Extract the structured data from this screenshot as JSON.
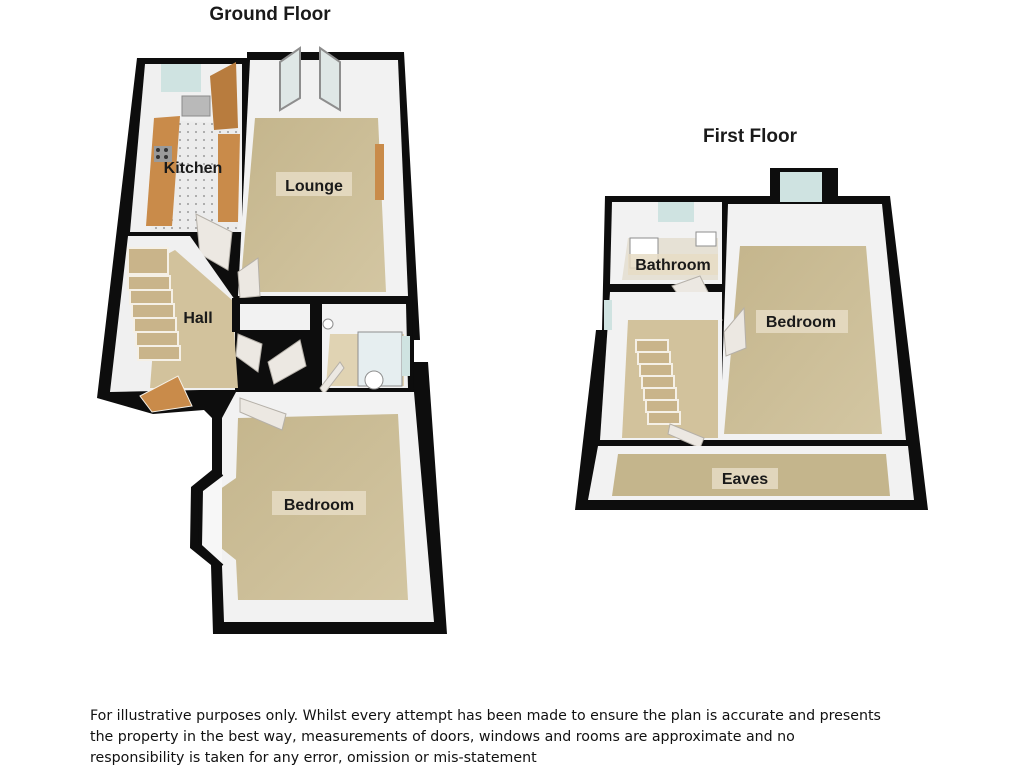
{
  "ground_floor": {
    "title": "Ground Floor",
    "rooms": {
      "kitchen": "Kitchen",
      "lounge": "Lounge",
      "hall": "Hall",
      "bedroom": "Bedroom"
    }
  },
  "first_floor": {
    "title": "First Floor",
    "rooms": {
      "bathroom": "Bathroom",
      "bedroom": "Bedroom",
      "eaves": "Eaves"
    }
  },
  "disclaimer": {
    "line1": "For illustrative purposes only. Whilst every attempt has been made to ensure the plan is accurate and presents",
    "line2": "the property in the best way, measurements of doors, windows and rooms are approximate and no",
    "line3": "responsibility is taken for any error, omission or mis-statement"
  },
  "colors": {
    "wall": "#0d0d0d",
    "wall_face": "#f2f2f2",
    "carpet": "#cbbd96",
    "floor_hall": "#d2c29c",
    "kitchen_floor": "#e9e9e9",
    "counter": "#c98b4a",
    "door": "#ece8e2",
    "stairs": "#c9b48a",
    "glass": "#cfe3e1"
  }
}
